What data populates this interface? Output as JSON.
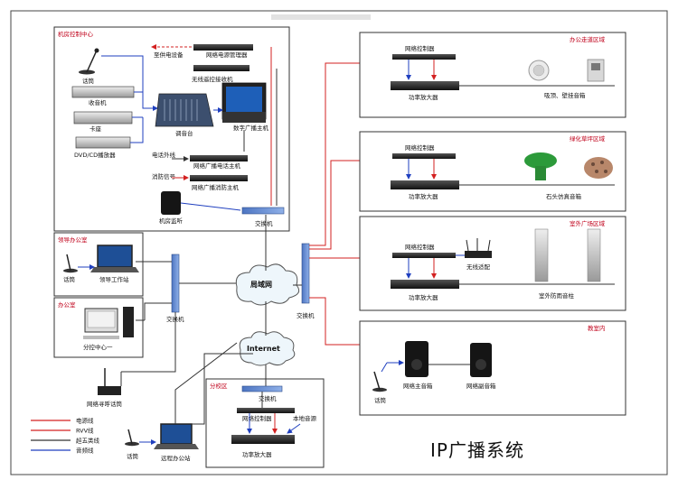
{
  "title": "IP广播系统",
  "zones": {
    "control_center": "机房控制中心",
    "leader_office": "领导办公室",
    "office": "办公室",
    "branch": "分校区",
    "zone_corridor": "办公走道区域",
    "zone_green": "绿化草坪区域",
    "zone_outdoor": "室外广场区域",
    "zone_classroom": "教室内"
  },
  "devices": {
    "mic": "话筒",
    "tuner": "收音机",
    "tape": "卡座",
    "dvd": "DVD/CD播放器",
    "mixer": "调音台",
    "power_seq": "网络电源管理器",
    "fire_device": "至供电设备",
    "wireless_rx": "无线遥控接收机",
    "host": "数字广播主机",
    "phone_host": "网络广播电话主机",
    "phone_in": "电话外线",
    "fire_host": "网络广播消防主机",
    "fire_signal": "消防信号",
    "monitor": "机房监听",
    "switch": "交换机",
    "lan": "局域网",
    "internet": "Internet",
    "leader_ws": "领导工作站",
    "sub_center": "分控中心一",
    "pager": "网络寻呼话筒",
    "remote_office": "远程办公站",
    "net_ctrl": "网络控制器",
    "amp": "功率放大器",
    "ceiling_spk": "吸顶、壁挂音箱",
    "rock_spk": "石头仿真音箱",
    "wifi": "无线适配",
    "column_spk": "室外防雨音柱",
    "main_spk": "网络主音箱",
    "sub_spk": "网络副音箱",
    "local_src": "本地音源"
  },
  "legend": [
    {
      "label": "电源线",
      "color": "#d32020"
    },
    {
      "label": "RVV线",
      "color": "#d32020"
    },
    {
      "label": "超五类线",
      "color": "#333333"
    },
    {
      "label": "音频线",
      "color": "#1f3fbf"
    }
  ]
}
